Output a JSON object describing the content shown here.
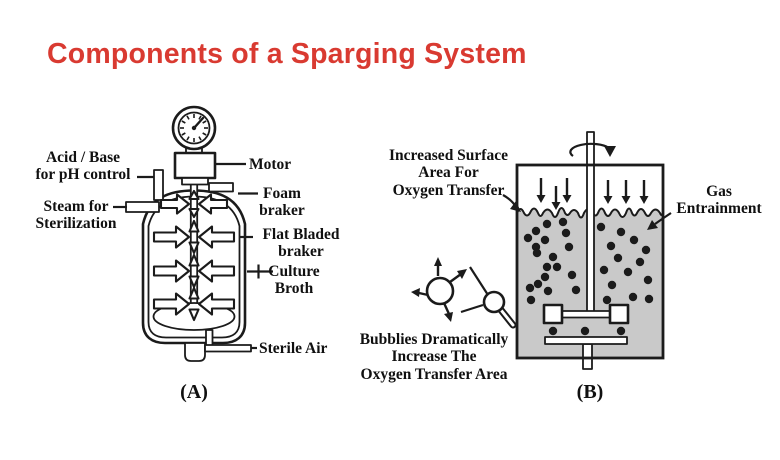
{
  "title": "Components of a Sparging System",
  "colors": {
    "title_red": "#d93a31",
    "line_black": "#1b1b1b",
    "liquid_gray": "#c9c9c9",
    "background": "#ffffff"
  },
  "diagram_a": {
    "caption": "(A)",
    "labels": {
      "acid_base": "Acid / Base\nfor pH control",
      "steam": "Steam for\nSterilization",
      "motor": "Motor",
      "foam_braker": "Foam\nbraker",
      "flat_bladed_braker": "Flat Bladed\nbraker",
      "culture_broth": "Culture\nBroth",
      "sterile_air": "Sterile Air"
    }
  },
  "diagram_b": {
    "caption": "(B)",
    "labels": {
      "increased_surface_area": "Increased Surface\nArea For\nOxygen Transfer",
      "gas_entrainment": "Gas\nEntrainment",
      "bubbles_note": "Bubblies Dramatically\nIncrease The\nOxygen Transfer Area"
    }
  }
}
